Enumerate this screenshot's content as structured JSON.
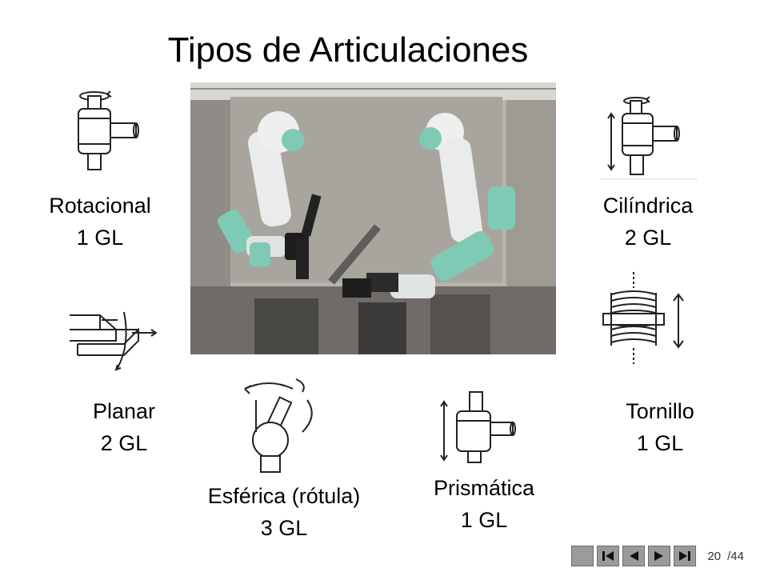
{
  "slide": {
    "title": "Tipos de Articulaciones"
  },
  "joints": {
    "rotacional": {
      "name": "Rotacional",
      "dof": "1 GL"
    },
    "cilindrica": {
      "name": "Cilíndrica",
      "dof": "2 GL"
    },
    "planar": {
      "name": "Planar",
      "dof": "2 GL"
    },
    "tornillo": {
      "name": "Tornillo",
      "dof": "1 GL"
    },
    "esferica": {
      "name": "Esférica (rótula)",
      "dof": "3 GL"
    },
    "prismatica": {
      "name": "Prismática",
      "dof": "1 GL"
    }
  },
  "pager": {
    "current": "20",
    "total": "/44",
    "button_color": "#9a9a9a"
  },
  "icons": [
    "rotational-joint-icon",
    "cylindrical-joint-icon",
    "planar-joint-icon",
    "screw-joint-icon",
    "spherical-joint-icon",
    "prismatic-joint-icon"
  ]
}
